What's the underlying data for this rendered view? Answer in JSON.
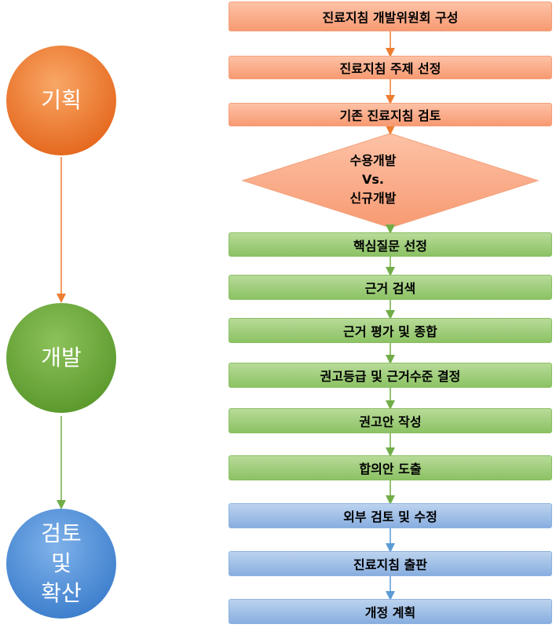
{
  "phases": [
    {
      "label": "기획",
      "color": "#ee7a36"
    },
    {
      "label": "개발",
      "color": "#6eaa3c"
    },
    {
      "label": "검토\n및\n확산",
      "color": "#4f8fd6"
    }
  ],
  "steps": [
    {
      "label": "진료지침 개발위원회 구성",
      "phase": "orange"
    },
    {
      "label": "진료지침 주제 선정",
      "phase": "orange"
    },
    {
      "label": "기존 진료지침 검토",
      "phase": "orange"
    },
    {
      "label_lines": [
        "수용개발",
        "Vs.",
        "신규개발"
      ],
      "phase": "orange",
      "shape": "diamond"
    },
    {
      "label": "핵심질문 선정",
      "phase": "green"
    },
    {
      "label": "근거 검색",
      "phase": "green"
    },
    {
      "label": "근거 평가 및 종합",
      "phase": "green"
    },
    {
      "label": "권고등급 및 근거수준 결정",
      "phase": "green"
    },
    {
      "label": "권고안 작성",
      "phase": "green"
    },
    {
      "label": "합의안  도출",
      "phase": "green"
    },
    {
      "label": "외부 검토 및 수정",
      "phase": "blue"
    },
    {
      "label": "진료지침 출판",
      "phase": "blue"
    },
    {
      "label": "개정 계획",
      "phase": "blue"
    }
  ],
  "colors": {
    "orange_arrow": "#ed7d31",
    "green_arrow": "#70ad47",
    "blue_arrow": "#5b9bd5"
  }
}
